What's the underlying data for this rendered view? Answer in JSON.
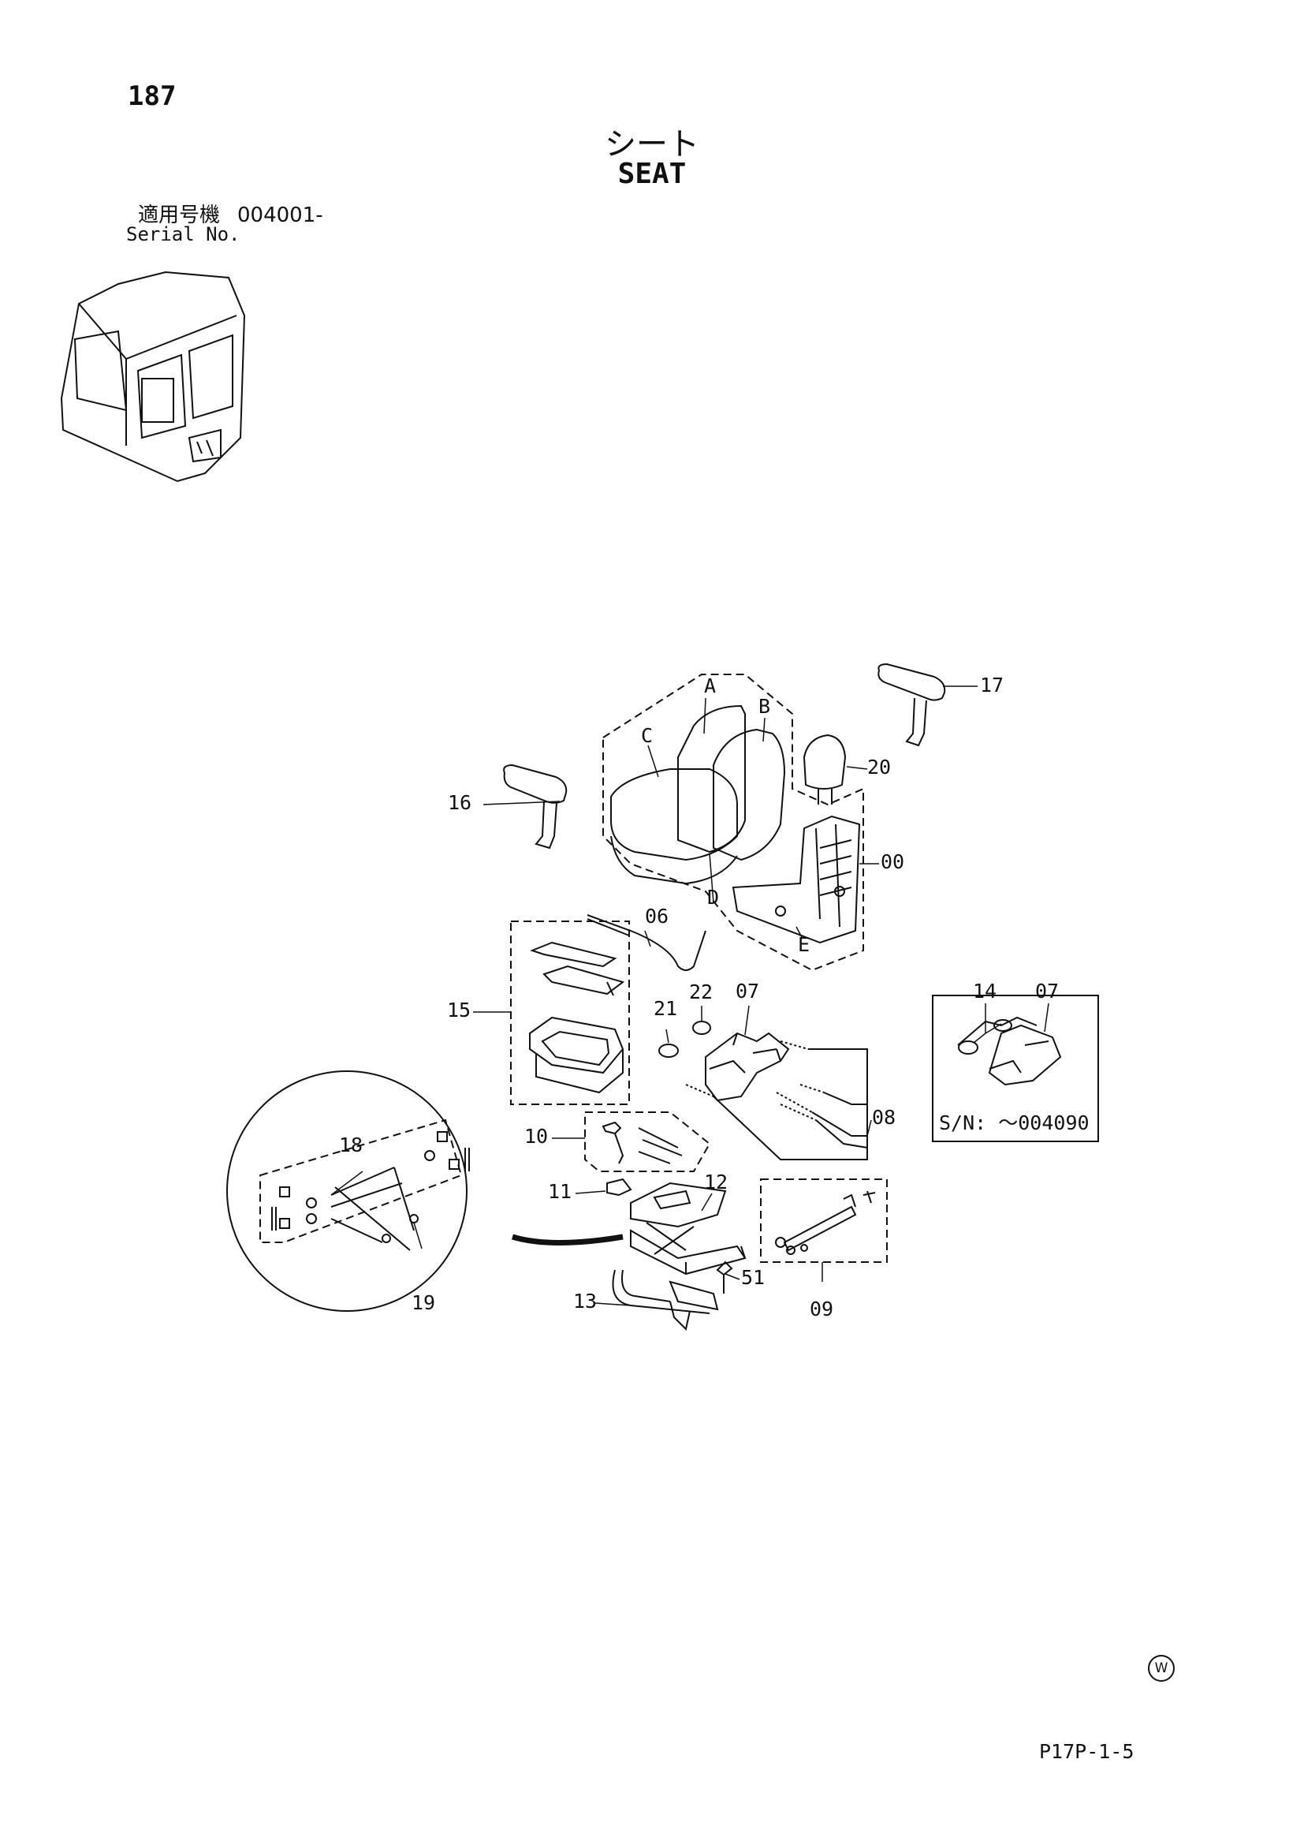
{
  "page_number": "187",
  "title_jp": "シート",
  "title_en": "SEAT",
  "serial": {
    "label_jp": "適用号機",
    "value": "004001-",
    "label_en": "Serial No."
  },
  "callouts": {
    "p00": "00",
    "p06": "06",
    "p07": "07",
    "p08": "08",
    "p09": "09",
    "p10": "10",
    "p11": "11",
    "p12": "12",
    "p13": "13",
    "p14": "14",
    "p15": "15",
    "p16": "16",
    "p17": "17",
    "p18": "18",
    "p19": "19",
    "p20": "20",
    "p21": "21",
    "p22": "22",
    "p51": "51",
    "A": "A",
    "B": "B",
    "C": "C",
    "D": "D",
    "E": "E"
  },
  "inset": {
    "p14": "14",
    "p07": "07",
    "serial_note": "S/N: ～004090"
  },
  "footer": {
    "watermark_symbol": "W",
    "ref_code": "P17P-1-5"
  }
}
